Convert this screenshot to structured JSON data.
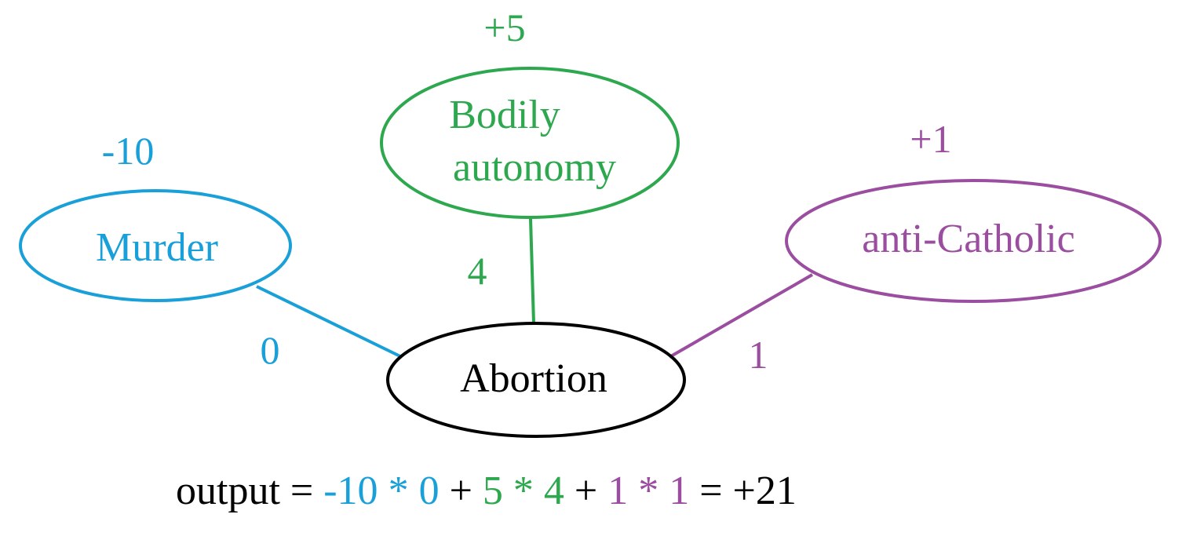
{
  "colors": {
    "murder": "#1aa0d8",
    "bodily_autonomy": "#2ea84f",
    "anti_catholic": "#9b4ea0",
    "abortion": "#000000",
    "text_default": "#000000"
  },
  "nodes": {
    "murder": {
      "label": "Murder",
      "value": "-10",
      "edge_weight": "0"
    },
    "bodily_autonomy": {
      "label_line1": "Bodily",
      "label_line2": "autonomy",
      "value": "+5",
      "edge_weight": "4"
    },
    "anti_catholic": {
      "label": "anti-Catholic",
      "value": "+1",
      "edge_weight": "1"
    },
    "abortion": {
      "label": "Abortion"
    }
  },
  "formula": {
    "prefix": "output = ",
    "t1_value": "-10",
    "t1_op": " * ",
    "t1_weight": "0",
    "plus1": " + ",
    "t2_value": "5",
    "t2_op": " * ",
    "t2_weight": "4",
    "plus2": " + ",
    "t3_value": "1",
    "t3_op": " * ",
    "t3_weight": "1",
    "suffix": " = +21"
  }
}
